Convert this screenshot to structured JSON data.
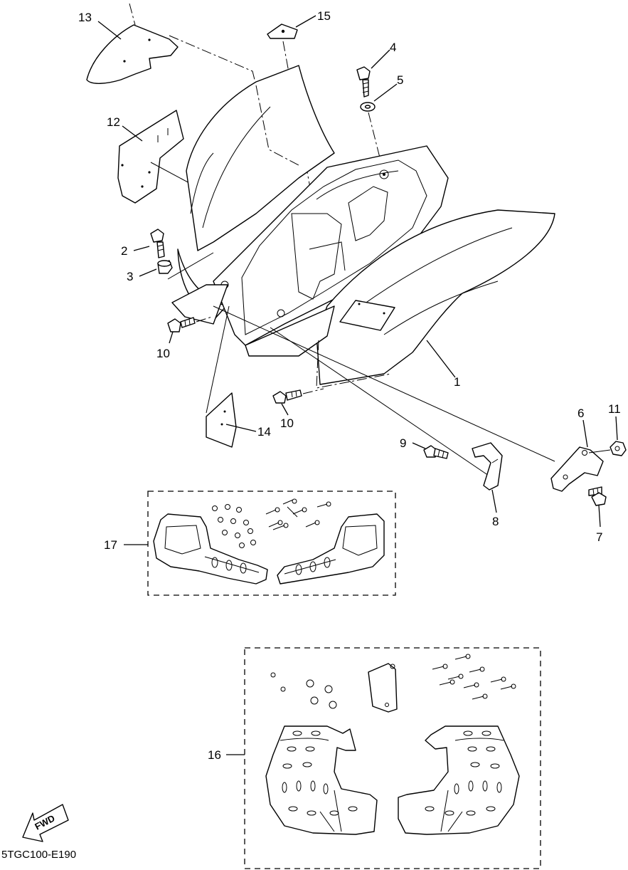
{
  "diagram": {
    "code": "5TGC100-E190",
    "fwd_label": "FWD",
    "callouts": {
      "c1": "1",
      "c2": "2",
      "c3": "3",
      "c4": "4",
      "c5": "5",
      "c6": "6",
      "c7": "7",
      "c8": "8",
      "c9": "9",
      "c10a": "10",
      "c10b": "10",
      "c11": "11",
      "c12": "12",
      "c13": "13",
      "c14": "14",
      "c15": "15",
      "c16": "16",
      "c17": "17"
    }
  }
}
